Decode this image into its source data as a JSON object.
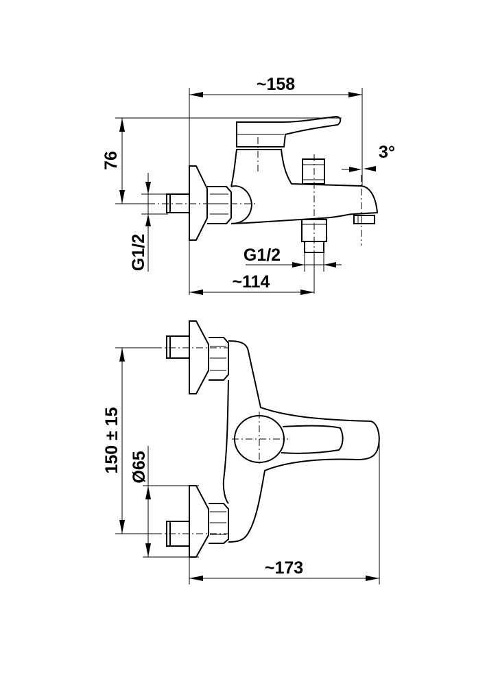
{
  "dimensions": {
    "width_overall_side": "~158",
    "height_lever": "76",
    "thread_inlet_side": "G1/2",
    "spout_angle": "3°",
    "thread_outlet": "G1/2",
    "depth_to_outlet": "~114",
    "inlet_centers": "150 ± 15",
    "rosette_diameter": "Ø65",
    "width_overall_top": "~173"
  }
}
